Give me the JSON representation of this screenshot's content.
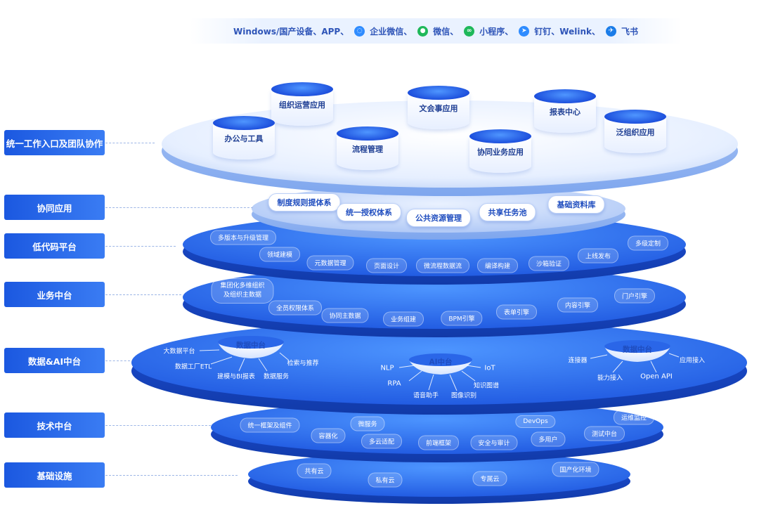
{
  "top_bar": {
    "items": [
      {
        "label": "Windows/国产设备、APP、",
        "icon": ""
      },
      {
        "label": "企业微信、",
        "icon": "wecom-icon"
      },
      {
        "label": "微信、",
        "icon": "wechat-icon"
      },
      {
        "label": "小程序、",
        "icon": "miniprogram-icon"
      },
      {
        "label": "钉钉、Welink、",
        "icon": "dingtalk-icon"
      },
      {
        "label": "飞书",
        "icon": "feishu-icon"
      }
    ]
  },
  "layers": {
    "entry": {
      "label": "统一工作入口及团队协作",
      "apps": [
        "组织运营应用",
        "文会事应用",
        "报表中心",
        "办公与工具",
        "流程管理",
        "协同业务应用",
        "泛组织应用"
      ]
    },
    "collab": {
      "label": "协同应用",
      "items": [
        "制度规则提体系",
        "统一授权体系",
        "公共资源管理",
        "共享任务池",
        "基础资料库"
      ]
    },
    "lowcode": {
      "label": "低代码平台",
      "items": [
        "多版本与升级管理",
        "多级定制",
        "领域建模",
        "元数据管理",
        "页面设计",
        "微流程数据流",
        "编译构建",
        "沙箱验证",
        "上线发布"
      ]
    },
    "business": {
      "label": "业务中台",
      "items": [
        "集团化多维组织",
        "及组织主数据",
        "门户引擎",
        "内容引擎",
        "全员权限体系",
        "协同主数据",
        "业务组建",
        "BPM引擎",
        "表单引擎"
      ]
    },
    "dataai": {
      "label": "数据&AI中台",
      "left": {
        "title": "数据中台",
        "items": [
          "大数据平台",
          "数据工厂ETL",
          "建模与BI报表",
          "数据服务",
          "检索与推荐"
        ]
      },
      "center": {
        "title": "AI中台",
        "items": [
          "NLP",
          "IoT",
          "RPA",
          "语音助手",
          "图像识别",
          "知识图谱"
        ]
      },
      "right": {
        "title": "数据中台",
        "items": [
          "连接器",
          "应用接入",
          "能力接入",
          "Open API"
        ]
      }
    },
    "tech": {
      "label": "技术中台",
      "items": [
        "统一框架及组件",
        "微服务",
        "DevOps",
        "运维监控",
        "容器化",
        "多云适配",
        "前端框架",
        "安全与审计",
        "多用户",
        "测试中台"
      ]
    },
    "infra": {
      "label": "基础设施",
      "items": [
        "共有云",
        "国产化环境",
        "私有云",
        "专属云"
      ]
    }
  },
  "colors": {
    "label_bg": "#1b58e0",
    "disc": "#2563e6",
    "accent": "#1646d8"
  }
}
